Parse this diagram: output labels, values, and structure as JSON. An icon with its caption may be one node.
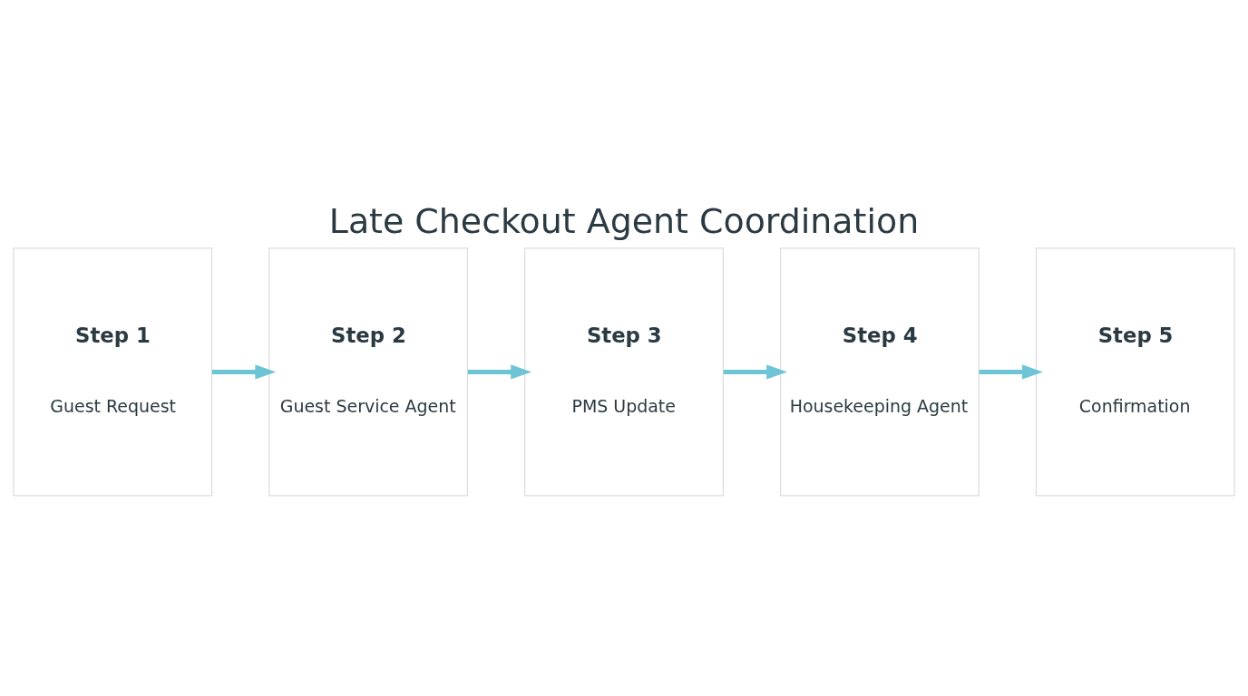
{
  "diagram": {
    "title": "Late Checkout Agent Coordination",
    "nodes": [
      {
        "text": [
          "Step 1",
          "Guest Request"
        ]
      },
      {
        "text": [
          "Step 2",
          "Guest Service Agent"
        ]
      },
      {
        "text": [
          "Step 3",
          "PMS Update"
        ]
      },
      {
        "text": [
          "Step 4",
          "Housekeeping Agent"
        ]
      },
      {
        "text": [
          "Step 5",
          "Confirmation"
        ]
      }
    ],
    "edges": [
      {
        "from": 0,
        "to": 1,
        "arrow": "to"
      },
      {
        "from": 1,
        "to": 2,
        "arrow": "to"
      },
      {
        "from": 2,
        "to": 3,
        "arrow": "to"
      },
      {
        "from": 3,
        "to": 4,
        "arrow": "to"
      }
    ]
  }
}
